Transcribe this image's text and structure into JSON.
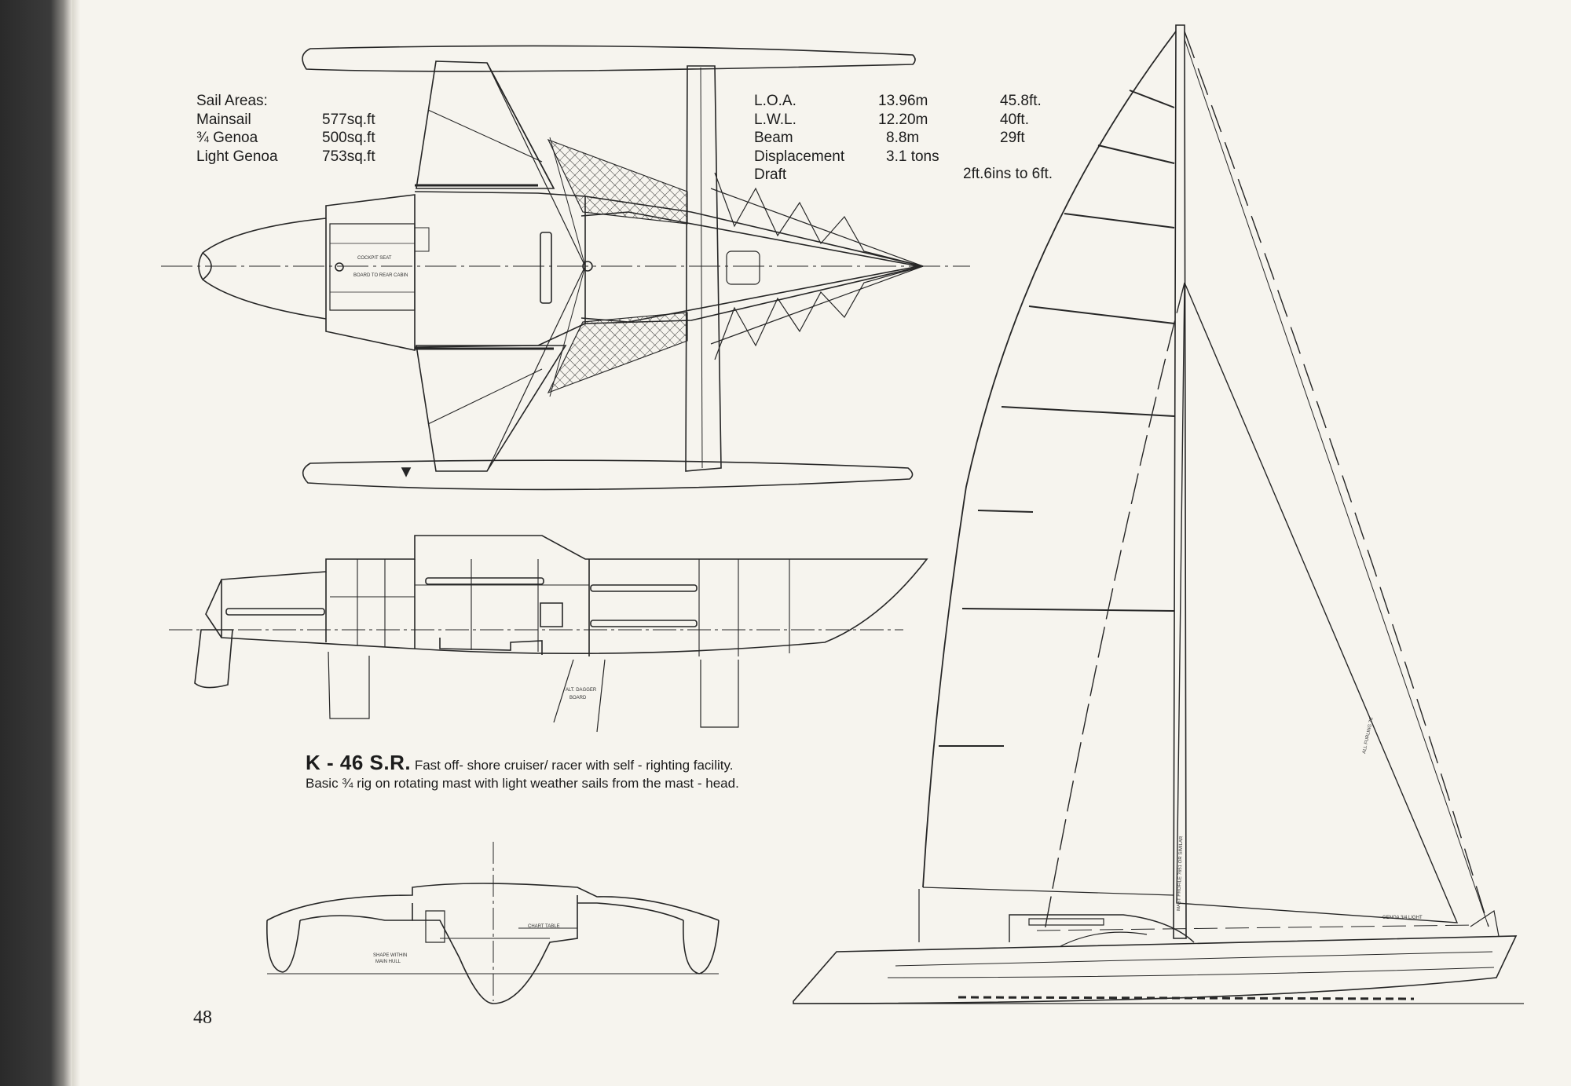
{
  "sail_areas": {
    "heading": "Sail Areas:",
    "items": [
      {
        "name": "Mainsail",
        "value": "577sq.ft"
      },
      {
        "name": "¾ Genoa",
        "value": "500sq.ft"
      },
      {
        "name": "Light Genoa",
        "value": "753sq.ft"
      }
    ]
  },
  "dimensions": {
    "items": [
      {
        "name": "L.O.A.",
        "metric": "13.96m",
        "imperial": "45.8ft."
      },
      {
        "name": "L.W.L.",
        "metric": "12.20m",
        "imperial": "40ft."
      },
      {
        "name": "Beam",
        "metric": "8.8m",
        "imperial": "29ft"
      },
      {
        "name": "Displacement",
        "metric": "3.1 tons",
        "imperial": ""
      },
      {
        "name": "Draft",
        "metric": "",
        "imperial": ""
      }
    ],
    "draft_value": "2ft.6ins to 6ft."
  },
  "caption": {
    "model": "K - 46 S.R.",
    "description": "Fast off- shore cruiser/ racer with self - righting facility. Basic ¾ rig on rotating mast with light weather sails from the mast - head."
  },
  "page_number": "48",
  "colors": {
    "paper": "#f6f4ee",
    "ink": "#1c1c1c",
    "binding": "#2f2f2f"
  }
}
